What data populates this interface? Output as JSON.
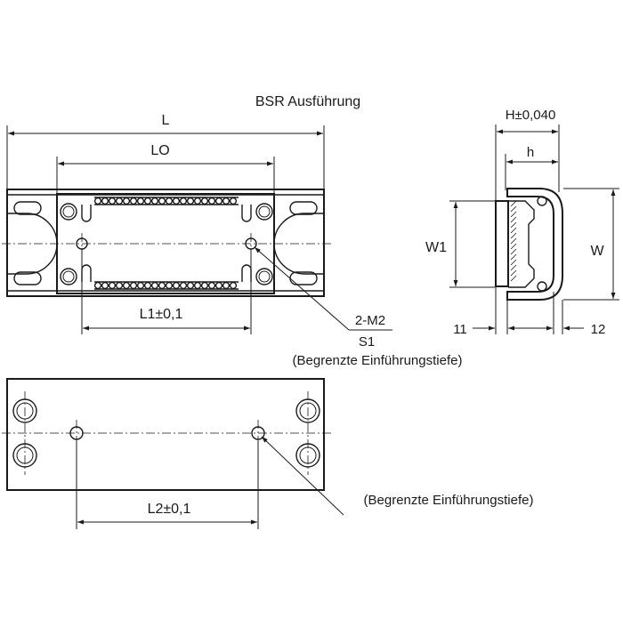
{
  "title": "BSR Ausführung",
  "dimensions": {
    "L": "L",
    "LO": "LO",
    "L1": "L1±0,1",
    "L2": "L2±0,1",
    "H": "H±0,040",
    "h": "h",
    "W1": "W1",
    "W": "W",
    "left_offset": "11",
    "right_offset": "12"
  },
  "callouts": {
    "screw_spec": "2-M2",
    "screw_depth": "S1",
    "depth_note_top": "(Begrenzte Einführungstiefe)",
    "depth_note_bottom": "(Begrenzte Einführungstiefe)"
  }
}
